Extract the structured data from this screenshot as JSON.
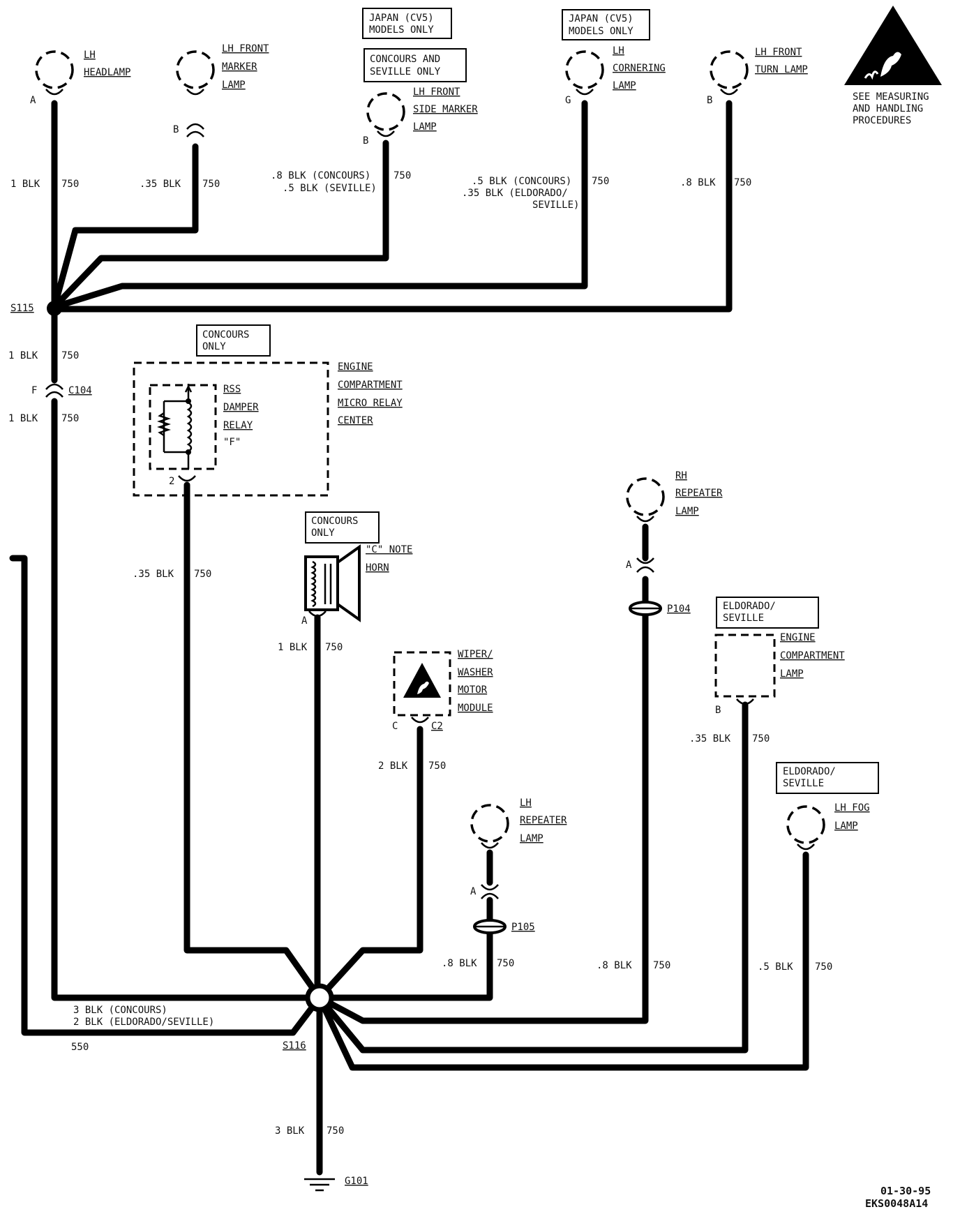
{
  "lamps": {
    "lh_headlamp": [
      "LH",
      "HEADLAMP"
    ],
    "lh_front_marker": [
      "LH FRONT",
      "MARKER",
      "LAMP"
    ],
    "lh_front_side_marker": [
      "LH FRONT",
      "SIDE MARKER",
      "LAMP"
    ],
    "lh_cornering": [
      "LH",
      "CORNERING",
      "LAMP"
    ],
    "lh_front_turn": [
      "LH FRONT",
      "TURN LAMP"
    ],
    "rh_repeater": [
      "RH",
      "REPEATER",
      "LAMP"
    ],
    "lh_repeater": [
      "LH",
      "REPEATER",
      "LAMP"
    ],
    "lh_fog": [
      "LH FOG",
      "LAMP"
    ]
  },
  "notes": {
    "japan1": [
      "JAPAN (CV5)",
      "MODELS ONLY"
    ],
    "japan2": [
      "JAPAN (CV5)",
      "MODELS ONLY"
    ],
    "concours_seville": [
      "CONCOURS AND",
      "SEVILLE ONLY"
    ],
    "concours_only_relay": [
      "CONCOURS",
      "ONLY"
    ],
    "concours_only_horn": [
      "CONCOURS",
      "ONLY"
    ],
    "eldorado_seville_1": [
      "ELDORADO/",
      "SEVILLE"
    ],
    "eldorado_seville_2": [
      "ELDORADO/",
      "SEVILLE"
    ],
    "esd": [
      "SEE MEASURING",
      "AND HANDLING",
      "PROCEDURES"
    ]
  },
  "components": {
    "relay_center": [
      "ENGINE",
      "COMPARTMENT",
      "MICRO RELAY",
      "CENTER"
    ],
    "rss_relay": [
      "RSS",
      "DAMPER",
      "RELAY",
      "\"F\""
    ],
    "horn": [
      "\"C\" NOTE",
      "HORN"
    ],
    "wiper": [
      "WIPER/",
      "WASHER",
      "MOTOR",
      "MODULE"
    ],
    "engine_lamp": [
      "ENGINE",
      "COMPARTMENT",
      "LAMP"
    ]
  },
  "pins": {
    "headlamp": "A",
    "marker": "B",
    "side_marker": "B",
    "cornering": "G",
    "turn": "B",
    "c104": "F",
    "relay": "2",
    "horn": "A",
    "wiper": "C",
    "rh_repeater": "A",
    "lh_repeater": "A",
    "engine_lamp": "B"
  },
  "wires": {
    "headlamp": {
      "gauge": "1 BLK",
      "circuit": "750"
    },
    "marker": {
      "gauge": ".35 BLK",
      "circuit": "750"
    },
    "side_marker": {
      "gauge": [
        ".8 BLK (CONCOURS)",
        ".5 BLK (SEVILLE)"
      ],
      "circuit": "750"
    },
    "cornering": {
      "gauge": [
        ".5 BLK (CONCOURS)",
        ".35 BLK (ELDORADO/",
        "SEVILLE)"
      ],
      "circuit": "750"
    },
    "turn": {
      "gauge": ".8 BLK",
      "circuit": "750"
    },
    "s115_out": {
      "gauge": "1 BLK",
      "circuit": "750"
    },
    "c104_out": {
      "gauge": "1 BLK",
      "circuit": "750"
    },
    "relay": {
      "gauge": ".35 BLK",
      "circuit": "750"
    },
    "horn": {
      "gauge": "1 BLK",
      "circuit": "750"
    },
    "wiper": {
      "gauge": "2 BLK",
      "circuit": "750"
    },
    "lh_repeater": {
      "gauge": ".8 BLK",
      "circuit": "750"
    },
    "rh_repeater": {
      "gauge": ".8 BLK",
      "circuit": "750"
    },
    "engine_lamp": {
      "gauge": ".35 BLK",
      "circuit": "750"
    },
    "fog": {
      "gauge": ".5 BLK",
      "circuit": "750"
    },
    "ground": {
      "gauge": "3 BLK",
      "circuit": "750"
    },
    "main": {
      "gauge": [
        "3 BLK (CONCOURS)",
        "2 BLK (ELDORADO/SEVILLE)"
      ],
      "circuit": "550"
    }
  },
  "splices": {
    "s115": "S115",
    "s116": "S116"
  },
  "connectors": {
    "c104": "C104",
    "c2": "C2",
    "p104": "P104",
    "p105": "P105"
  },
  "ground": "G101",
  "footer": {
    "date": "01-30-95",
    "code": "EKS0048A14"
  }
}
